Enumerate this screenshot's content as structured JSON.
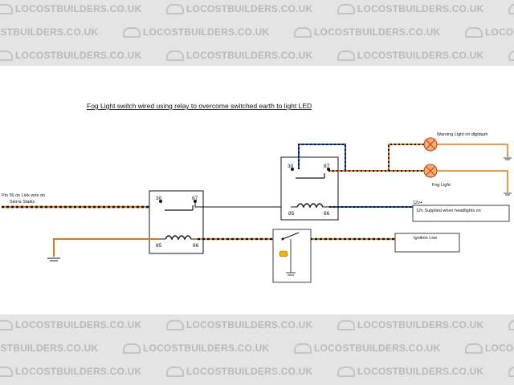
{
  "watermark": "LOCOSTBUILDERS.CO.UK",
  "title": "Fog Light switch wired using relay to overcome switched earth to light LED",
  "input_label_line1": "Pin 56 on Link wire on",
  "input_label_line2": "Sierra Stalks",
  "relay1": {
    "pin_30": "30",
    "pin_87": "87",
    "pin_85": "85",
    "pin_86": "86"
  },
  "relay2": {
    "pin_30": "30",
    "pin_87": "87",
    "pin_85": "85",
    "pin_86": "86"
  },
  "warning_light_label": "Warning Light on digidash",
  "fog_light_label": "Fog Light",
  "supply_12v_label": "12v+",
  "supply_headlights_label": "12v Supplied when headlights on",
  "ignition_label": "Ignition Live",
  "colors": {
    "wire_orange": "#e07a10",
    "wire_black": "#111111",
    "lamp_fill": "#f5b06a",
    "lamp_stroke": "#c0392b",
    "switch_led": "#f2b400"
  }
}
